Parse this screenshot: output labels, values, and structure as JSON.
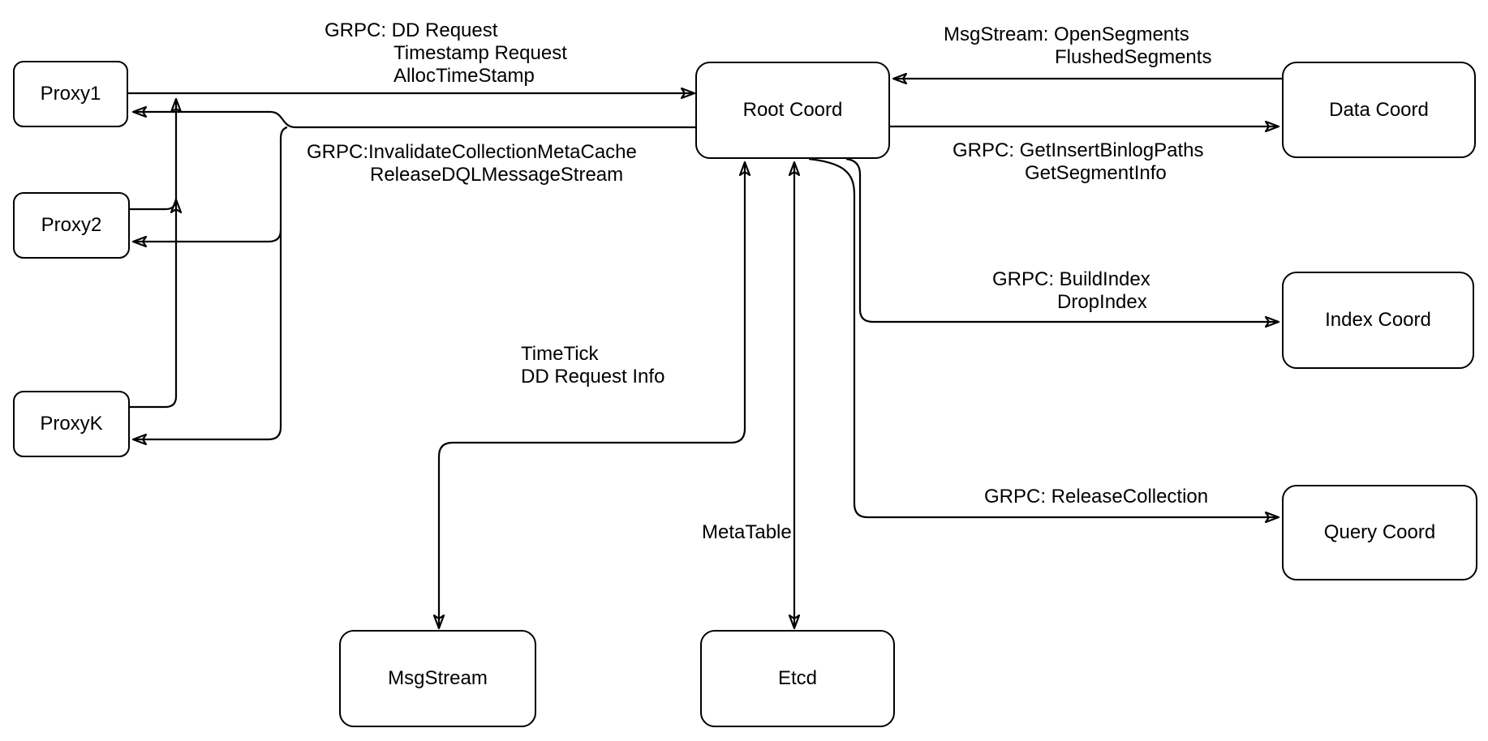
{
  "nodes": {
    "proxy1": "Proxy1",
    "proxy2": "Proxy2",
    "proxyk": "ProxyK",
    "root": "Root Coord",
    "data": "Data Coord",
    "index": "Index Coord",
    "query": "Query Coord",
    "msgstream": "MsgStream",
    "etcd": "Etcd"
  },
  "edge_labels": {
    "proxies_to_root": [
      "GRPC: DD Request",
      "Timestamp Request",
      "AllocTimeStamp"
    ],
    "root_to_proxies": [
      "GRPC:InvalidateCollectionMetaCache",
      "ReleaseDQLMessageStream"
    ],
    "data_to_root": [
      "MsgStream: OpenSegments",
      "FlushedSegments"
    ],
    "root_to_data": [
      "GRPC: GetInsertBinlogPaths",
      "GetSegmentInfo"
    ],
    "root_to_index": [
      "GRPC: BuildIndex",
      "DropIndex"
    ],
    "root_to_query": [
      "GRPC: ReleaseCollection"
    ],
    "root_to_msgstream": [
      "TimeTick",
      "DD Request Info"
    ],
    "root_to_etcd": [
      "MetaTable"
    ]
  },
  "colors": {
    "stroke": "#000000",
    "text": "#000000",
    "node_fill": "#ffffff",
    "background": "#ffffff"
  }
}
